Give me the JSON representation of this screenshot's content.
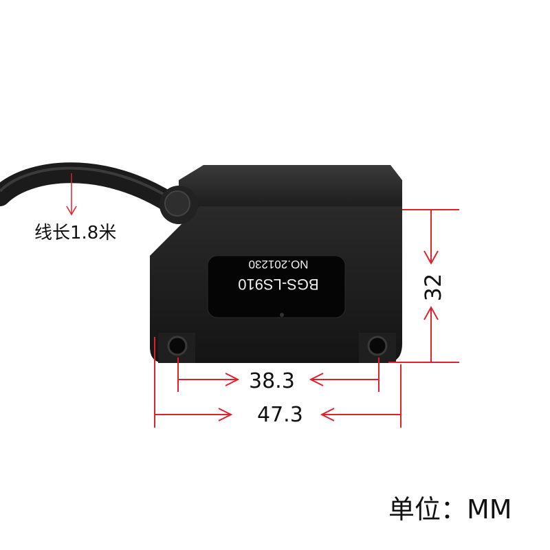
{
  "product": {
    "model": "BGS-LS910",
    "serial": "NO.201230"
  },
  "annotations": {
    "cable_length": "线长1.8米",
    "height_dim": "32",
    "hole_spacing_dim": "38.3",
    "width_dim": "47.3",
    "unit": "单位：MM"
  },
  "colors": {
    "dimension_lines": "#e0202a",
    "sensor_body": "#1a1a1a",
    "label_panel": "#050505"
  }
}
